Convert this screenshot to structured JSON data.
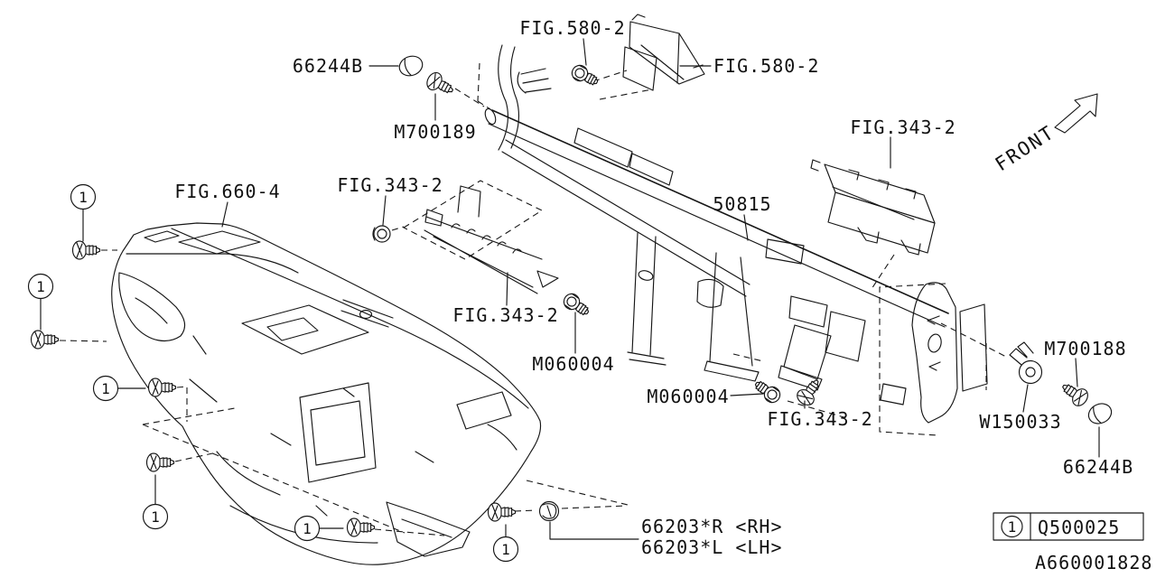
{
  "diagram": {
    "front_label": "FRONT",
    "doc_number": "A660001828",
    "callout_symbol": "1",
    "legend": {
      "callout": "1",
      "part_number": "Q500025"
    },
    "labels": {
      "fig580_top": "FIG.580-2",
      "fig580_right": "FIG.580-2",
      "grommet_top": "66244B",
      "screw_m700189": "M700189",
      "fig343_airbag": "FIG.343-2",
      "fig660_panel": "FIG.660-4",
      "fig343_nut": "FIG.343-2",
      "beam": "50815",
      "fig343_duct": "FIG.343-2",
      "bolt_m060004_left": "M060004",
      "bolt_m060004_right": "M060004",
      "fig343_screw": "FIG.343-2",
      "screw_m700188": "M700188",
      "damper_w150033": "W150033",
      "grommet_right": "66244B",
      "cover_rh": "66203*R <RH>",
      "cover_lh": "66203*L <LH>"
    }
  }
}
